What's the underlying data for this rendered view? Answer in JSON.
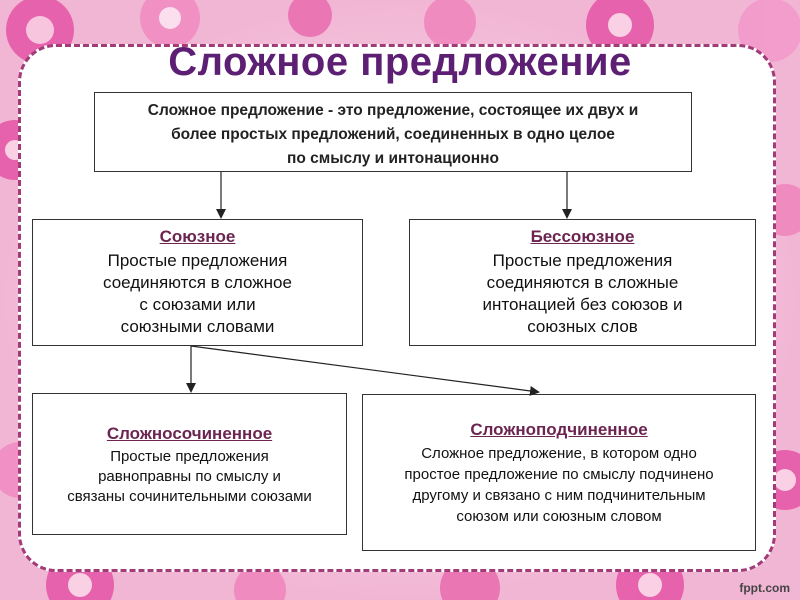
{
  "colors": {
    "title": "#5c1f73",
    "heading": "#6b2550",
    "frame": "#a33b78",
    "flower_pink": "#e75aa8",
    "flower_light": "#f7a9d2"
  },
  "title": "Сложное предложение",
  "definition": {
    "lines": [
      "Сложное предложение - это предложение, состоящее их двух и",
      "более простых предложений, соединенных в одно целое",
      "по смыслу и интонационно"
    ]
  },
  "union": {
    "heading": "Союзное",
    "lines": [
      "Простые предложения",
      "соединяются в сложное",
      "с союзами или",
      "союзными словами"
    ]
  },
  "nonunion": {
    "heading": "Бессоюзное",
    "lines": [
      "Простые предложения",
      "соединяются в сложные",
      "интонацией без союзов и",
      "союзных слов"
    ]
  },
  "compound": {
    "heading": "Сложносочиненное",
    "lines": [
      "Простые предложения",
      "равноправны по смыслу и",
      "связаны сочинительными союзами"
    ]
  },
  "complex": {
    "heading": "Сложноподчиненное",
    "lines": [
      "Сложное предложение, в котором одно",
      "простое предложение по смыслу подчинено",
      "другому и связано с ним подчинительным",
      "союзом или союзным словом"
    ]
  },
  "watermark": "fppt.com"
}
